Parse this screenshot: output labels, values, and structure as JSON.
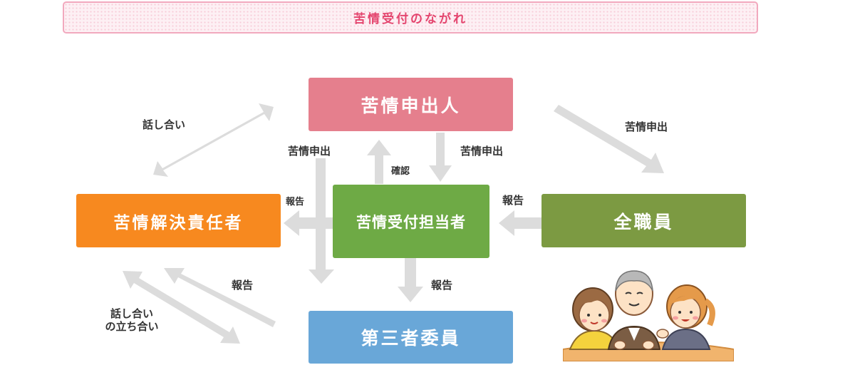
{
  "title": "苦情受付のながれ",
  "nodes": {
    "complainant": "苦情申出人",
    "resolver": "苦情解決責任者",
    "receptionist": "苦情受付担当者",
    "all_staff": "全職員",
    "third_party": "第三者委員"
  },
  "edges": {
    "discussion_top": "話し合い",
    "complaint_right": "苦情申出",
    "complaint_left_center": "苦情申出",
    "complaint_right_center": "苦情申出",
    "confirm": "確認",
    "report_to_resolver": "報告",
    "report_from_staff": "報告",
    "report_to_third": "報告",
    "report_third_to_resolver": "報告",
    "discussion_bottom_line1": "話し合い",
    "discussion_bottom_line2": "の立ち合い"
  },
  "colors": {
    "complainant": "#e57f8d",
    "resolver": "#f7891f",
    "receptionist": "#6eaa45",
    "all_staff": "#7c9a42",
    "third_party": "#69a7d8",
    "arrow": "#dcdcdc",
    "title": "#e4456e"
  },
  "illustration": "three-people-illustration"
}
